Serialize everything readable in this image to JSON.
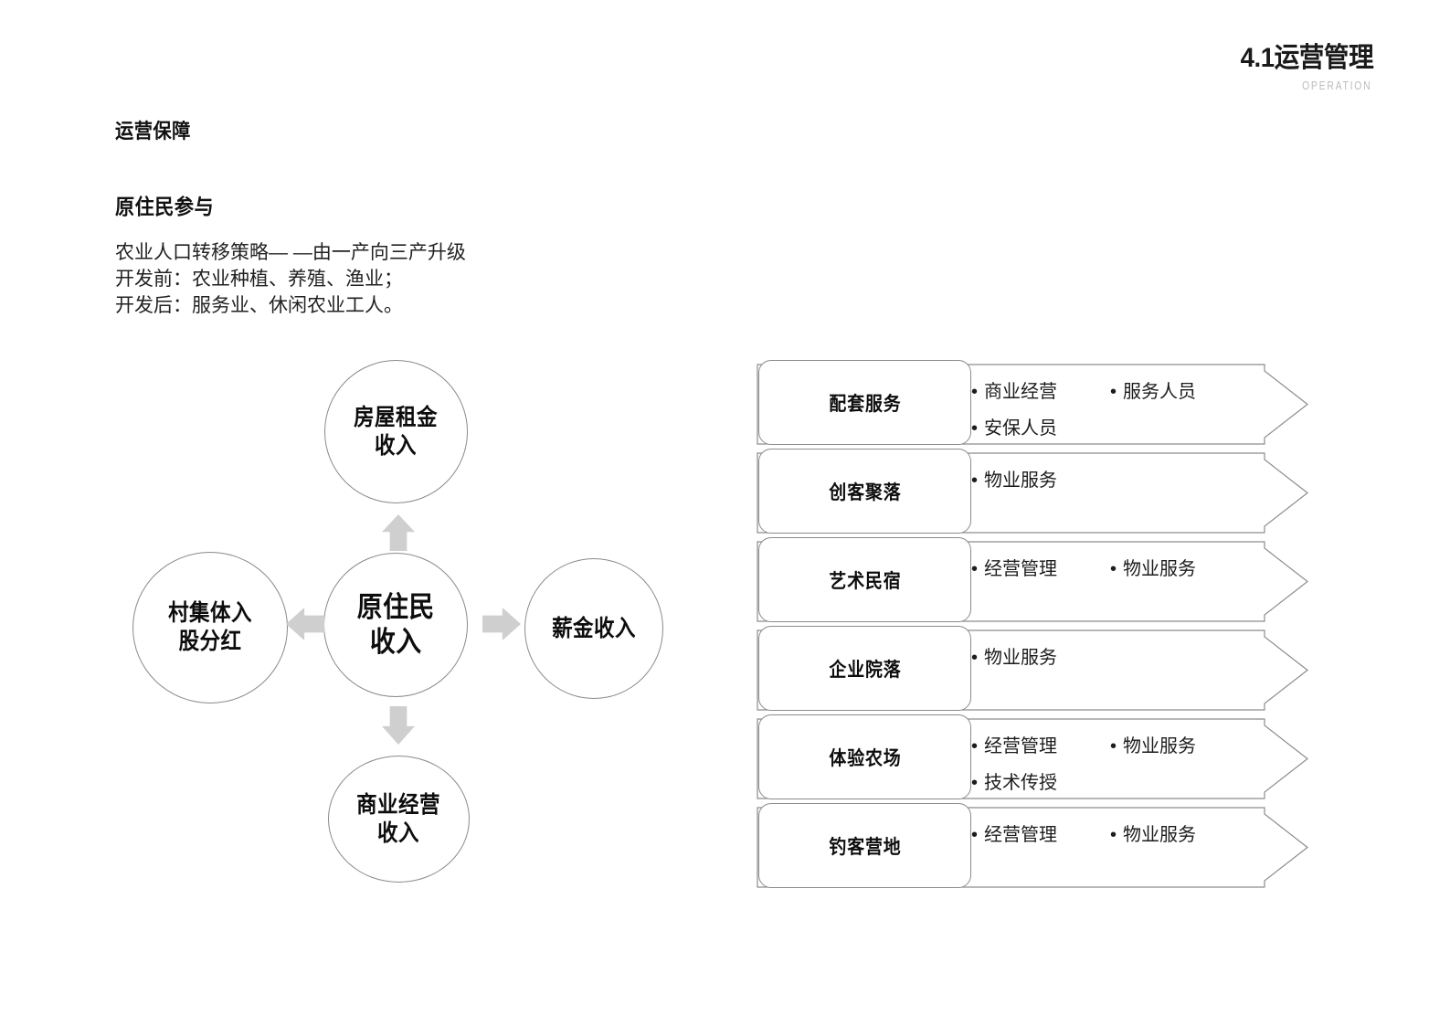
{
  "header": {
    "title": "4.1运营管理",
    "subtitle": "OPERATION"
  },
  "left": {
    "section_heading": "运营保障",
    "sub_heading": "原住民参与",
    "paragraph": "农业人口转移策略— —由一产向三产升级\n开发前：农业种植、养殖、渔业；\n开发后：服务业、休闲农业工人。"
  },
  "radial_diagram": {
    "center": "原住民\n收入",
    "top": "房屋租金\n收入",
    "left": "村集体入\n股分红",
    "right": "薪金收入",
    "bottom": "商业经营\n收入",
    "arrow_color": "#cfcfcf",
    "circle_stroke": "#8a8a8a"
  },
  "flow_rows": [
    {
      "label": "配套服务",
      "items_col1": [
        "商业经营",
        "安保人员"
      ],
      "items_col2": [
        "服务人员"
      ]
    },
    {
      "label": "创客聚落",
      "items_col1": [
        "物业服务"
      ],
      "items_col2": []
    },
    {
      "label": "艺术民宿",
      "items_col1": [
        "经营管理"
      ],
      "items_col2": [
        "物业服务"
      ]
    },
    {
      "label": "企业院落",
      "items_col1": [
        "物业服务"
      ],
      "items_col2": []
    },
    {
      "label": "体验农场",
      "items_col1": [
        "经营管理",
        "技术传授"
      ],
      "items_col2": [
        "物业服务"
      ]
    },
    {
      "label": "钓客营地",
      "items_col1": [
        "经营管理"
      ],
      "items_col2": [
        "物业服务"
      ]
    }
  ],
  "bullet_glyph": "•",
  "colors": {
    "text": "#111111",
    "muted": "#b9bcc0",
    "stroke": "#8c8c8c",
    "arrow_fill": "#cfcfcf",
    "background": "#ffffff"
  }
}
